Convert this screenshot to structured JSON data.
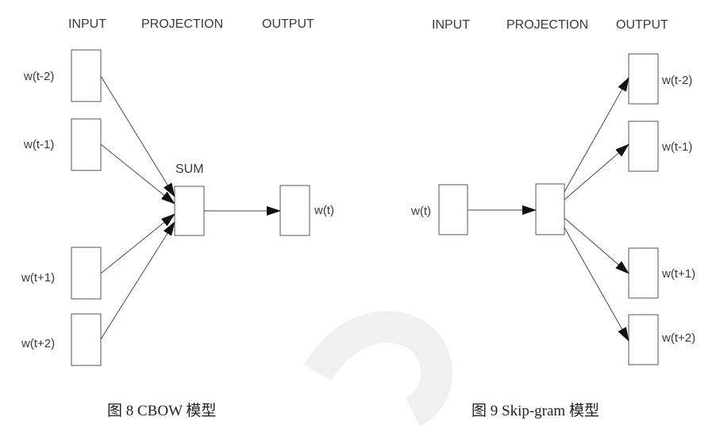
{
  "cbow": {
    "header_input": "INPUT",
    "header_projection": "PROJECTION",
    "header_output": "OUTPUT",
    "inputs": [
      "w(t-2)",
      "w(t-1)",
      "w(t+1)",
      "w(t+2)"
    ],
    "projection_label": "SUM",
    "output": "w(t)",
    "caption": "图 8  CBOW 模型"
  },
  "skipgram": {
    "header_input": "INPUT",
    "header_projection": "PROJECTION",
    "header_output": "OUTPUT",
    "input": "w(t)",
    "outputs": [
      "w(t-2)",
      "w(t-1)",
      "w(t+1)",
      "w(t+2)"
    ],
    "caption": "图 9  Skip-gram 模型"
  },
  "colors": {
    "stroke": "#555555",
    "text": "#3a3a3a",
    "watermark": "#f0f0f0"
  }
}
